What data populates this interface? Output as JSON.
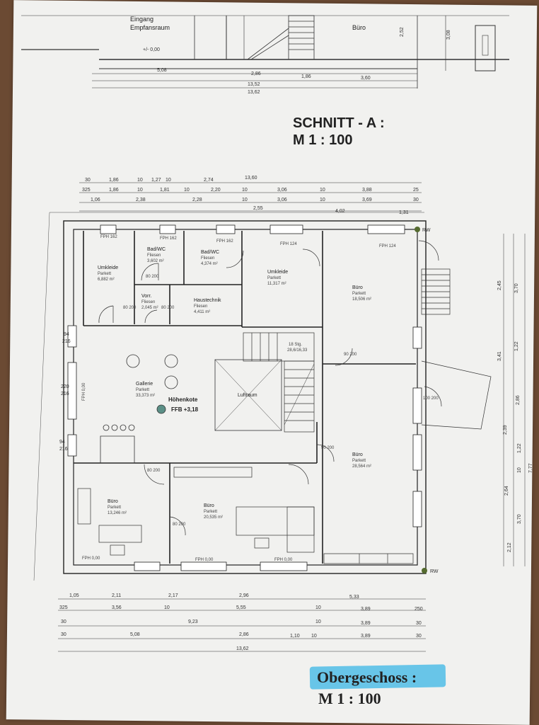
{
  "section": {
    "title": "SCHNITT - A :",
    "scale": "M 1 : 100",
    "labels": {
      "entrance": "Eingang",
      "reception": "Empfansraum",
      "office": "Büro"
    },
    "level": "+/- 0,00",
    "dims": [
      "5,08",
      "2,86",
      "1,86",
      "3,60",
      "13,52",
      "13,62"
    ],
    "heights": [
      "2,52",
      "3,08"
    ]
  },
  "floorplan": {
    "title": "Obergeschoss :",
    "scale": "M 1 : 100",
    "top_dims": {
      "row1": [
        "30",
        "1,86",
        "10",
        "1,27",
        "10",
        "2,74",
        "13,60"
      ],
      "row2": [
        "325",
        "1,86",
        "10",
        "1,81",
        "10",
        "2,20",
        "10",
        "3,06",
        "10",
        "3,88",
        "25"
      ],
      "row3": [
        "1,06",
        "2,38",
        "2,28",
        "10",
        "3,06",
        "10",
        "3,69",
        "30"
      ],
      "row4": [
        "2,55",
        "4,02",
        "1,31"
      ]
    },
    "bottom_dims": {
      "row1": [
        "1,05",
        "2,11",
        "2,17",
        "2,96",
        "5,33"
      ],
      "row2": [
        "325",
        "3,56",
        "10",
        "5,55",
        "10",
        "3,89",
        "250"
      ],
      "row3": [
        "30",
        "9,23",
        "10",
        "3,89",
        "30"
      ],
      "row4": [
        "30",
        "5,08",
        "2,86",
        "1,10",
        "10",
        "3,89",
        "30"
      ],
      "total": "13,62"
    },
    "right_dims": [
      "2,45",
      "3,70",
      "3,41",
      "1,22",
      "2,86",
      "2,39",
      "1,22",
      "2,64",
      "3,70",
      "7,77",
      "10",
      "2,12"
    ],
    "left_windows": [
      "94",
      "216",
      "220",
      "216",
      "94",
      "216"
    ],
    "rooms": [
      {
        "name": "Umkleide",
        "floor": "Parkett",
        "area": "6,882 m²"
      },
      {
        "name": "Bad/WC",
        "floor": "Fliesen",
        "area": "3,602 m²"
      },
      {
        "name": "Bad/WC",
        "floor": "Fliesen",
        "area": "4,374 m²"
      },
      {
        "name": "Umkleide",
        "floor": "Parkett",
        "area": "11,317 m²"
      },
      {
        "name": "Büro",
        "floor": "Parkett",
        "area": "18,506 m²"
      },
      {
        "name": "Vorr.",
        "floor": "Fliesen",
        "area": "2,045 m²"
      },
      {
        "name": "Haustechnik",
        "floor": "Fliesen",
        "area": "4,411 m²"
      },
      {
        "name": "Gallerie",
        "floor": "Parkett",
        "area": "33,373 m²"
      },
      {
        "name": "Büro",
        "floor": "Parkett",
        "area": "28,564 m²"
      },
      {
        "name": "Büro",
        "floor": "Parkett",
        "area": "13,246 m²"
      },
      {
        "name": "Büro",
        "floor": "Parkett",
        "area": "20,535 m²"
      }
    ],
    "void": "Luftraum",
    "stairs": {
      "steps": "18 Stg.",
      "size": "28,6/16,33"
    },
    "height_mark": {
      "label": "Höhenkote",
      "value": "FFB +3,18"
    },
    "window_tags": [
      "FPH 162",
      "FPH 162",
      "FPH 162",
      "FPH 124",
      "FPH 124",
      "FPH 0,00",
      "FPH 0,00",
      "FPH 0,00",
      "FPH 0,00"
    ],
    "rw": "RW",
    "doors": [
      "80\n200",
      "80\n200",
      "80\n200",
      "90\n200",
      "90\n200",
      "80\n200",
      "80\n200",
      "100\n200"
    ]
  }
}
